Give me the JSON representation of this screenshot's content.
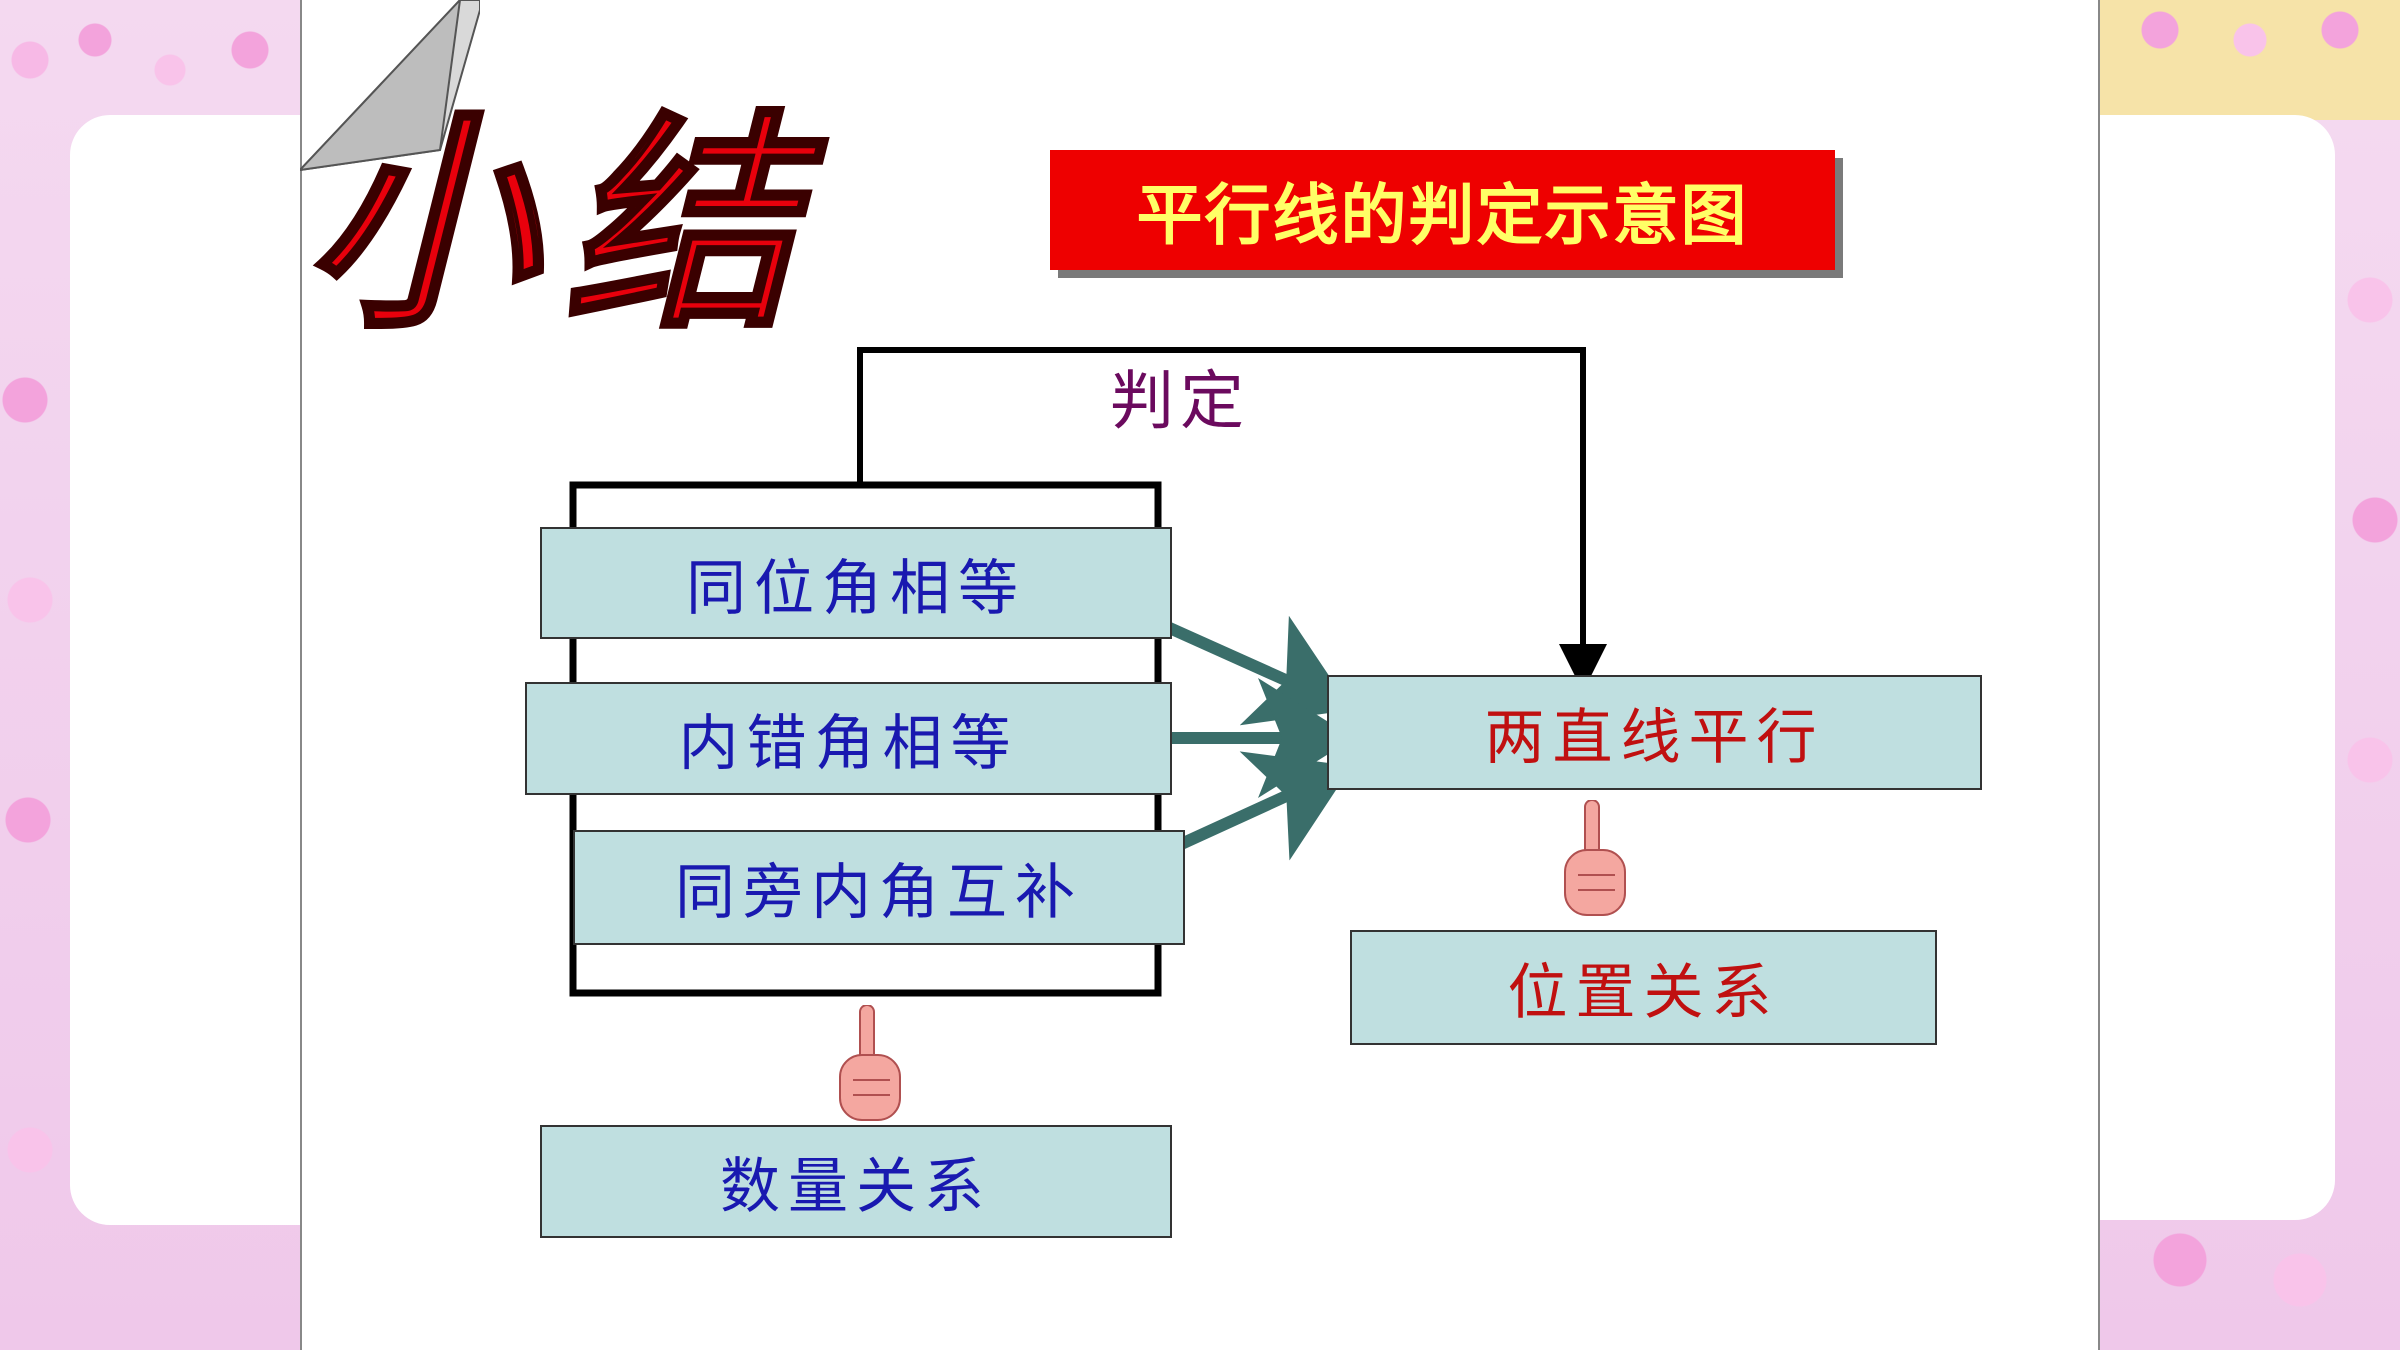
{
  "title_art": "小结",
  "banner": "平行线的判定示意图",
  "judge_label": "判定",
  "conditions": [
    "同位角相等",
    "内错角相等",
    "同旁内角互补"
  ],
  "quantity_label": "数量关系",
  "result": "两直线平行",
  "position_label": "位置关系",
  "colors": {
    "banner_bg": "#ee0000",
    "banner_text": "#ffff66",
    "box_fill": "#bfdfe0",
    "condition_text": "#1919b0",
    "result_text": "#c01010",
    "arrow": "#3a6e6a",
    "judge_text": "#6b0a5e"
  }
}
